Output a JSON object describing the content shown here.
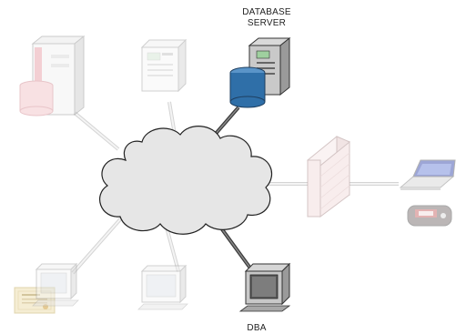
{
  "labels": {
    "database_server_line1": "DATABASE",
    "database_server_line2": "SERVER",
    "dba": "DBA"
  },
  "colors": {
    "cloud_fill": "#e6e6e6",
    "link_highlight": "#444444",
    "link_faded": "#d8d8d8",
    "database_cylinder": "#2f6fa8",
    "storage_cylinder": "#f3c4c8",
    "firewall": "#f5e2e2"
  },
  "icons": [
    "storage-server-icon",
    "web-server-icon",
    "database-server-icon",
    "network-cloud-icon",
    "firewall-icon",
    "laptop-icon",
    "token-device-icon",
    "workstation-icon",
    "certificate-icon",
    "dba-workstation-icon"
  ]
}
